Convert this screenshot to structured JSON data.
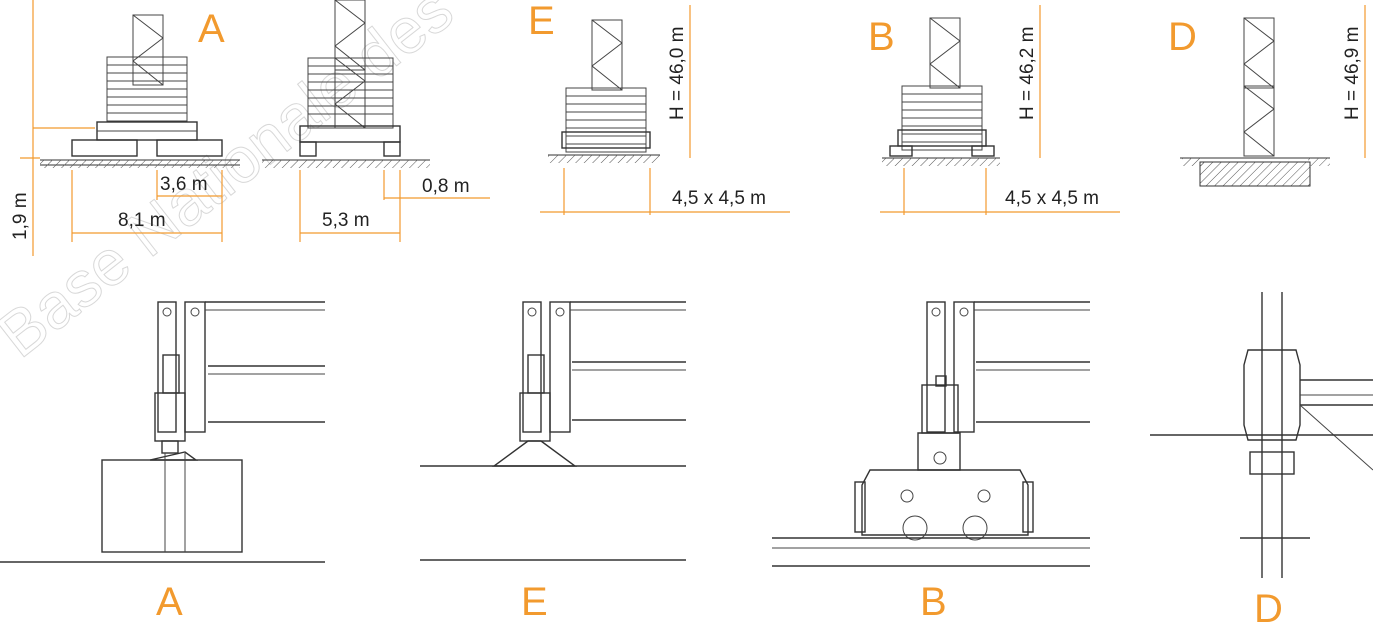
{
  "colors": {
    "accent": "#f29a2e",
    "line": "#333333",
    "watermark": "#d8d8d8"
  },
  "watermark": "Base Nationale des",
  "top": {
    "A": {
      "letter": "A",
      "dim_height": "1,9 m",
      "dim_36": "3,6 m",
      "dim_81": "8,1 m",
      "dim_08": "0,8 m",
      "dim_53": "5,3 m"
    },
    "E": {
      "letter": "E",
      "height": "H = 46,0 m",
      "base": "4,5 x 4,5 m"
    },
    "B": {
      "letter": "B",
      "height": "H = 46,2 m",
      "base": "4,5 x 4,5 m"
    },
    "D": {
      "letter": "D",
      "height": "H = 46,9 m"
    }
  },
  "bottom": {
    "labels": [
      "A",
      "E",
      "B",
      "D"
    ]
  }
}
